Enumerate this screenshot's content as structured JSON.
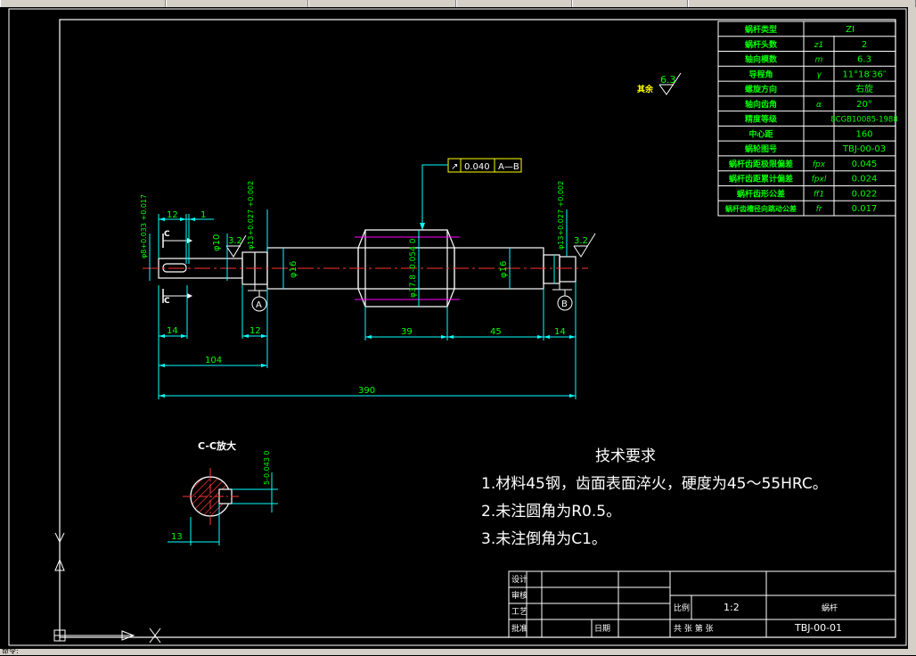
{
  "params_table": {
    "rows": [
      {
        "label": "蜗杆类型",
        "symbol": "",
        "value": "ZI"
      },
      {
        "label": "蜗杆头数",
        "symbol": "z1",
        "value": "2"
      },
      {
        "label": "轴向模数",
        "symbol": "m",
        "value": "6.3"
      },
      {
        "label": "导程角",
        "symbol": "γ",
        "value": "11°18′36″"
      },
      {
        "label": "螺旋方向",
        "symbol": "",
        "value": "右旋"
      },
      {
        "label": "轴向齿角",
        "symbol": "α",
        "value": "20°"
      },
      {
        "label": "精度等级",
        "symbol": "",
        "value": "8CGB10085-1988"
      },
      {
        "label": "中心距",
        "symbol": "",
        "value": "160"
      },
      {
        "label": "蜗轮图号",
        "symbol": "",
        "value": "TBJ-00-03"
      },
      {
        "label": "蜗杆齿距极限偏差",
        "symbol": "fpx",
        "value": "0.045"
      },
      {
        "label": "蜗杆齿距累计偏差",
        "symbol": "fpxl",
        "value": "0.024"
      },
      {
        "label": "蜗杆齿形公差",
        "symbol": "ff1",
        "value": "0.022"
      },
      {
        "label": "蜗杆齿槽径向跳动公差",
        "symbol": "fr",
        "value": "0.017"
      }
    ]
  },
  "roughness_other": {
    "label": "其余",
    "value": "6.3"
  },
  "tolerance_frame": {
    "symbol": "↗",
    "value": "0.040",
    "datum": "A—B"
  },
  "dimensions": {
    "d_left_end": "φ8+0.033 +0.017",
    "len_12_top": "12",
    "len_1_top": "1",
    "d10": "φ10",
    "rough_left": "3.2",
    "d_bearing_left": "φ13+0.027 +0.002",
    "d16_left": "φ16",
    "d_worm": "φ37.8 -0.054 0",
    "d16_right": "φ16",
    "d_bearing_right": "φ13+0.027 +0.002",
    "rough_right": "3.2",
    "len_14_left": "14",
    "len_12_bottom": "12",
    "len_39": "39",
    "len_45": "45",
    "len_14_right": "14",
    "len_104": "104",
    "len_390": "390",
    "datum_a": "A",
    "datum_b": "B",
    "section_mark": "C"
  },
  "section": {
    "title": "C-C放大",
    "keyway_tol": "5-0.043 0",
    "len_13": "13"
  },
  "tech_req": {
    "title": "技术要求",
    "items": [
      "1.材料45钢，齿面表面淬火，硬度为45～55HRC。",
      "2.未注圆角为R0.5。",
      "3.未注倒角为C1。"
    ]
  },
  "title_block": {
    "design": "设计",
    "check": "审核",
    "craft": "工艺",
    "approve": "批准",
    "date": "日期",
    "scale_label": "比例",
    "scale": "1:2",
    "part_name": "蜗杆",
    "sheet_info": "共   张   第   张",
    "drawing_no": "TBJ-00-01"
  },
  "colors": {
    "line": "#ffffff",
    "dim": "#00ffff",
    "center": "#ff3333",
    "text_green": "#00ff00",
    "hatch": "#ff3333",
    "yellow": "#ffff00",
    "magenta": "#ff00ff"
  },
  "status": {
    "text": "命令:"
  }
}
